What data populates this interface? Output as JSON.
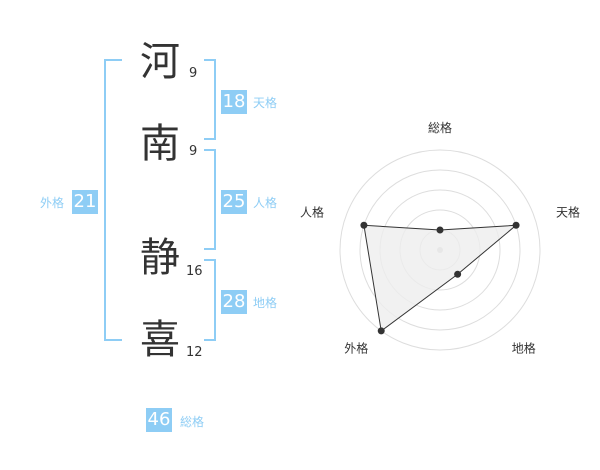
{
  "name": {
    "characters": [
      {
        "char": "河",
        "strokes": "9"
      },
      {
        "char": "南",
        "strokes": "9"
      },
      {
        "char": "静",
        "strokes": "16"
      },
      {
        "char": "喜",
        "strokes": "12"
      }
    ]
  },
  "fortunes": {
    "tenkaku": {
      "value": "18",
      "label": "天格"
    },
    "jinkaku": {
      "value": "25",
      "label": "人格"
    },
    "chikaku": {
      "value": "28",
      "label": "地格"
    },
    "gaikaku": {
      "value": "21",
      "label": "外格"
    },
    "soukaku": {
      "value": "46",
      "label": "総格"
    }
  },
  "colors": {
    "accent": "#8ecdf5",
    "text": "#333333",
    "radar_fill": "#eeeeee",
    "radar_line": "#333333",
    "grid": "#dddddd"
  },
  "chart_data": {
    "type": "radar",
    "axes": [
      "総格",
      "天格",
      "地格",
      "外格",
      "人格"
    ],
    "values": [
      1,
      4,
      1.5,
      5,
      4
    ],
    "range": [
      0,
      5
    ],
    "rings": 5
  }
}
